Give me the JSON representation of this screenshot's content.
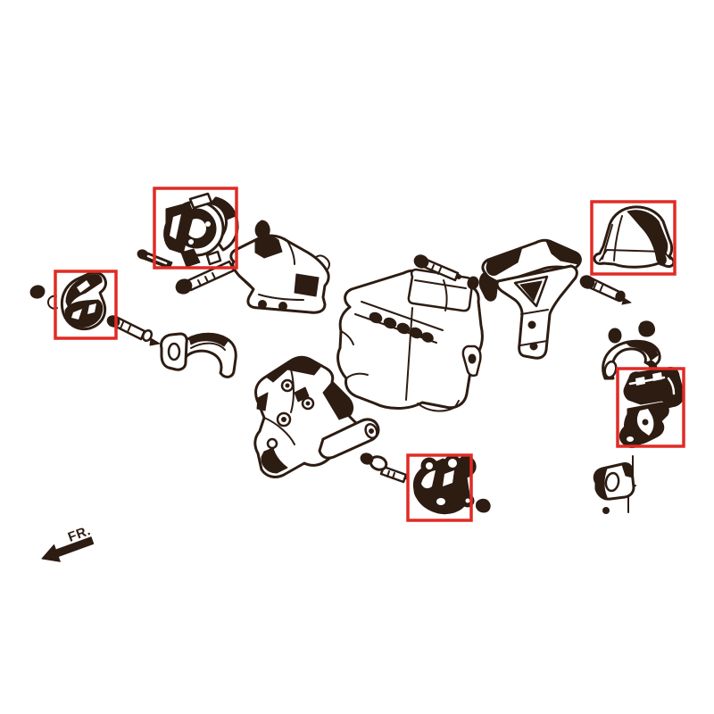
{
  "diagram": {
    "type": "exploded-parts-diagram",
    "subject": "engine-mount-kit",
    "front_label": "FR.",
    "background_color": "#ffffff",
    "ink_color": "#2d1c12",
    "highlight_color": "#e02b24",
    "highlighted_parts": [
      {
        "name": "front-engine-mount",
        "position": "top-left"
      },
      {
        "name": "left-engine-mount",
        "position": "left"
      },
      {
        "name": "upper-right-engine-mount",
        "position": "top-right"
      },
      {
        "name": "right-engine-mount",
        "position": "right"
      },
      {
        "name": "rear-lower-engine-mount",
        "position": "bottom-center"
      }
    ],
    "other_parts": [
      {
        "name": "engine-block",
        "position": "center"
      },
      {
        "name": "transmission-bracket",
        "position": "center-left-upper"
      },
      {
        "name": "curved-support-bracket",
        "position": "center-left"
      },
      {
        "name": "main-mount-bracket",
        "position": "center-lower"
      },
      {
        "name": "triangular-side-bracket",
        "position": "center-right"
      },
      {
        "name": "small-rear-bracket",
        "position": "bottom-right"
      },
      {
        "name": "mounting-bolts-washers-nuts",
        "position": "various"
      }
    ]
  }
}
